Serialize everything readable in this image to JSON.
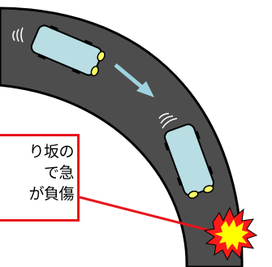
{
  "colors": {
    "road": "#4d4d4d",
    "road_edge": "#000000",
    "car_body": "#b8dde3",
    "headlight": "#ffff66",
    "arrow": "#9fd3e0",
    "callout_border": "#e8141c",
    "explosion_outer": "#ff1a1a",
    "explosion_inner": "#ffff00"
  },
  "icons": {
    "motion": "motion-lines-icon",
    "arrow": "direction-arrow-icon",
    "crash": "crash-burst-icon"
  },
  "callout": {
    "lines": [
      "り坂の",
      "で急",
      "が負傷"
    ]
  }
}
